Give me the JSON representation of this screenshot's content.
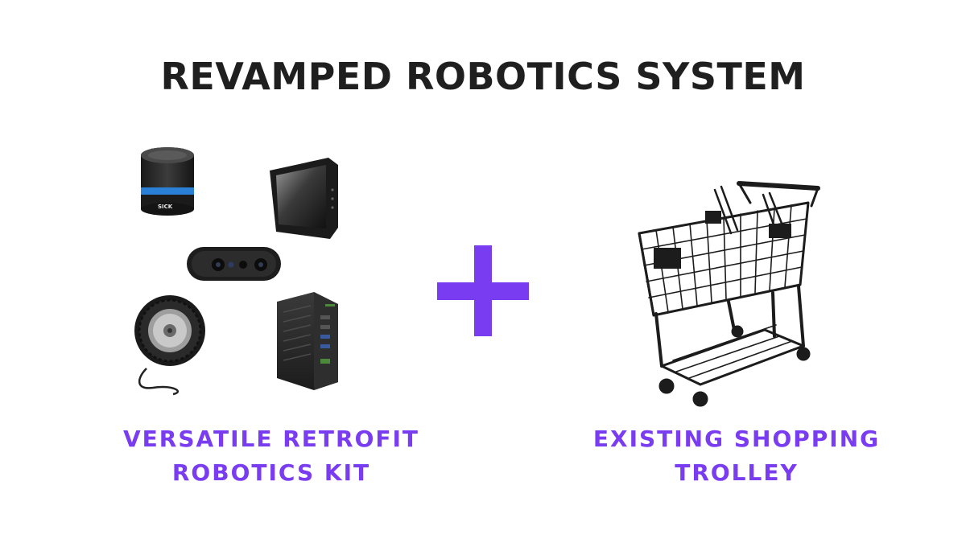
{
  "title": "REVAMPED ROBOTICS SYSTEM",
  "left": {
    "caption_line1": "VERSATILE RETROFIT",
    "caption_line2": "ROBOTICS KIT",
    "lidar_brand": "SICK"
  },
  "operator": "plus-icon",
  "right": {
    "caption_line1": "EXISTING SHOPPING",
    "caption_line2": "TROLLEY"
  },
  "colors": {
    "accent": "#7a3cf0",
    "title": "#1f1f1f",
    "lidar_ring": "#2a7fd6"
  }
}
